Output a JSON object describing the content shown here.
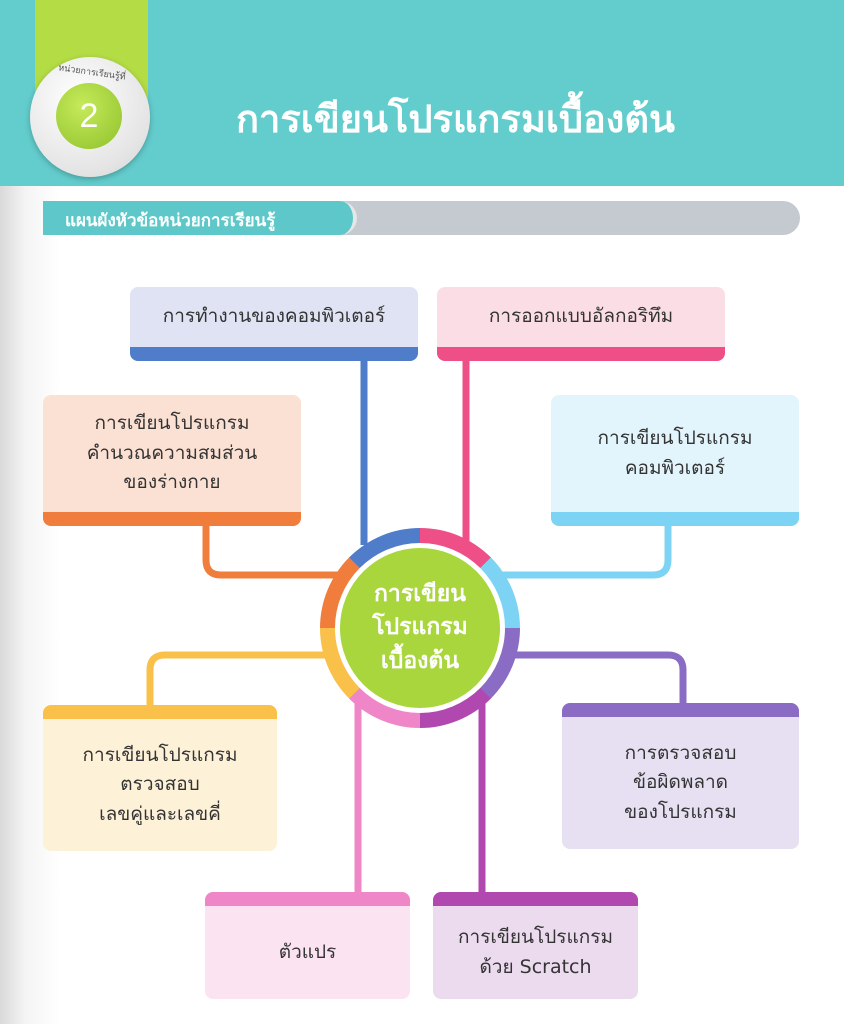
{
  "header": {
    "unit_caption": "หน่วยการเรียนรู้ที่",
    "unit_number": "2",
    "title": "การเขียนโปรแกรมเบื้องต้น"
  },
  "section": {
    "label": "แผนผังหัวข้อหน่วยการเรียนรู้"
  },
  "center": {
    "label": "การเขียน\nโปรแกรม\nเบื้องต้น"
  },
  "topics": [
    {
      "label": "การทำงานของคอมพิวเตอร์",
      "color": "#4f7dc9"
    },
    {
      "label": "การออกแบบอัลกอริทึม",
      "color": "#ee4f86"
    },
    {
      "label": "การเขียนโปรแกรม\nคำนวณความสมส่วน\nของร่างกาย",
      "color": "#f07d3c"
    },
    {
      "label": "การเขียนโปรแกรม\nคอมพิวเตอร์",
      "color": "#7dd3f3"
    },
    {
      "label": "การเขียนโปรแกรม\nตรวจสอบ\nเลขคู่และเลขคี่",
      "color": "#f9c04a"
    },
    {
      "label": "การตรวจสอบ\nข้อผิดพลาด\nของโปรแกรม",
      "color": "#8a6cc4"
    },
    {
      "label": "ตัวแปร",
      "color": "#ef86c7"
    },
    {
      "label": "การเขียนโปรแกรม\nด้วย Scratch",
      "color": "#b048b0"
    }
  ]
}
